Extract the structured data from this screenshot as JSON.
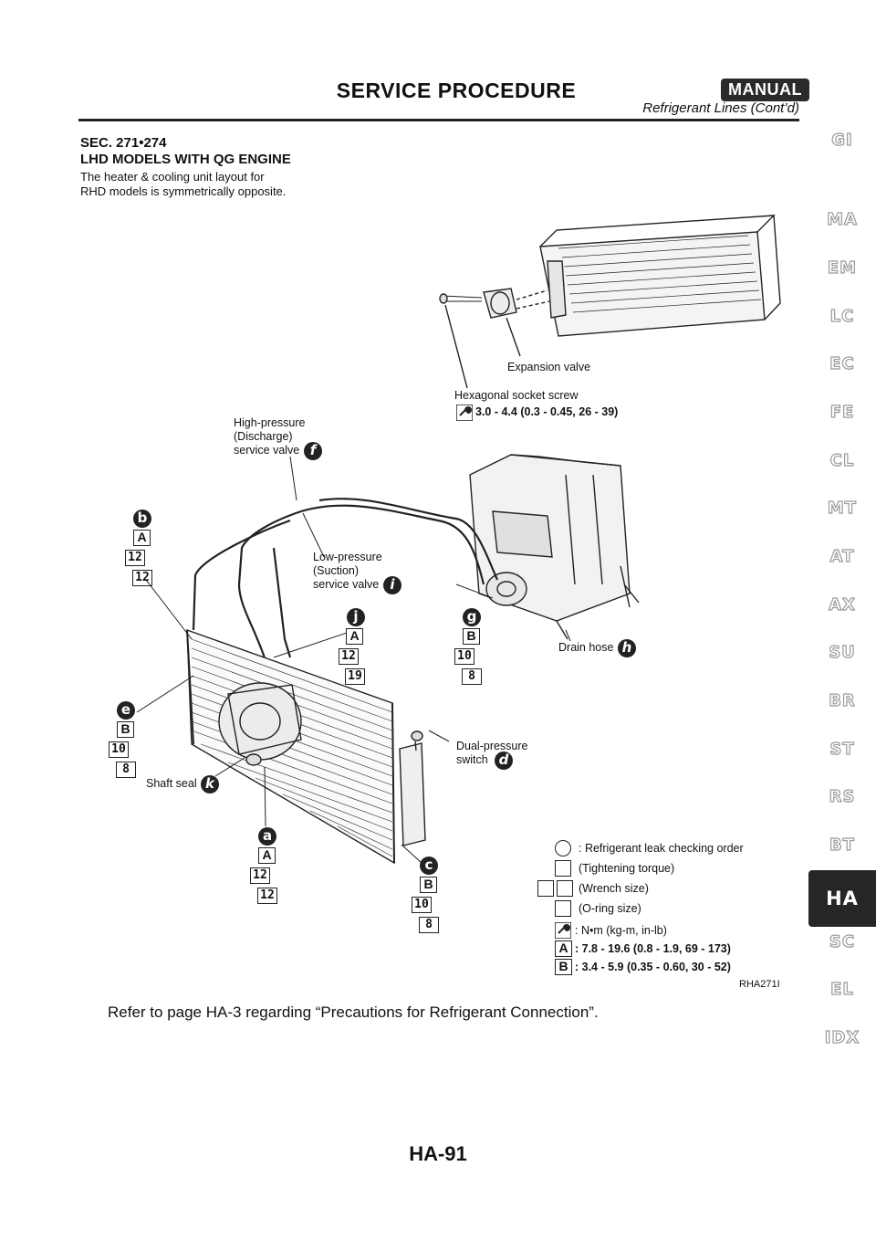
{
  "header": {
    "title": "SERVICE PROCEDURE",
    "badge": "MANUAL",
    "subtitle": "Refrigerant Lines (Cont’d)"
  },
  "side_tabs": [
    "GI",
    "MA",
    "EM",
    "LC",
    "EC",
    "FE",
    "CL",
    "MT",
    "AT",
    "AX",
    "SU",
    "BR",
    "ST",
    "RS",
    "BT",
    "HA",
    "SC",
    "EL",
    "IDX"
  ],
  "active_tab": "HA",
  "diagram": {
    "sec_line": "SEC. 271•274",
    "model_line": "LHD MODELS WITH QG ENGINE",
    "note_line1": "The heater & cooling unit layout for",
    "note_line2": "RHD models is symmetrically opposite.",
    "expansion_valve": "Expansion valve",
    "hex_screw": "Hexagonal socket screw",
    "hex_torque": "3.0 - 4.4 (0.3 - 0.45, 26 - 39)",
    "hp_line1": "High-pressure",
    "hp_line2": "(Discharge)",
    "hp_line3": "service valve",
    "lp_line1": "Low-pressure",
    "lp_line2": "(Suction)",
    "lp_line3": "service valve",
    "drain_hose": "Drain hose",
    "dual_line1": "Dual-pressure",
    "dual_line2": "switch",
    "shaft_seal": "Shaft seal",
    "callouts": {
      "a": "a",
      "b": "b",
      "c": "c",
      "d": "d",
      "e": "e",
      "f": "f",
      "g": "g",
      "h": "h",
      "j": "j",
      "k": "k",
      "A": "A",
      "B": "B"
    },
    "numbers": {
      "n12": "12",
      "n19": "19",
      "n10": "10",
      "n8": "8"
    },
    "legend": {
      "leak_order": ": Refrigerant leak checking order",
      "tight_torque": "(Tightening torque)",
      "wrench_size": "(Wrench size)",
      "oring_size": "(O-ring size)",
      "units": ": N•m (kg-m,  in-lb)",
      "torque_A": ": 7.8 - 19.6 (0.8 - 1.9, 69 - 173)",
      "torque_B": ": 3.4 - 5.9 (0.35 - 0.60, 30 - 52)"
    },
    "figure_id": "RHA271I"
  },
  "refer_text": "Refer to page HA-3 regarding “Precautions for Refrigerant Connection”.",
  "page_number": "HA-91"
}
